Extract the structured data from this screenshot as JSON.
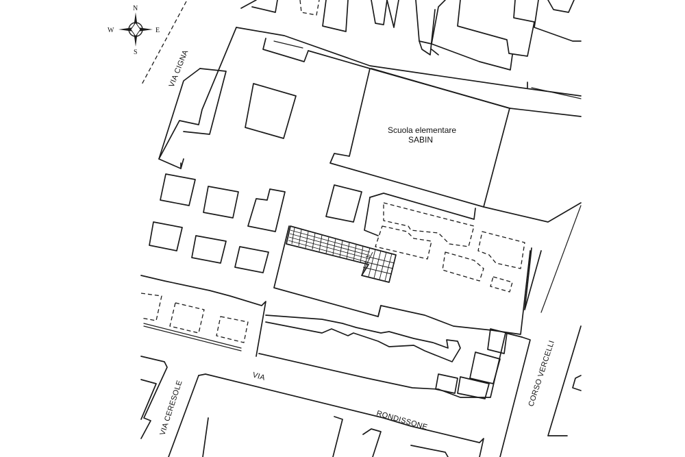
{
  "compass": {
    "north": "N",
    "south": "S",
    "east": "E",
    "west": "W"
  },
  "streets": {
    "via_cigna": "VIA CIGNA",
    "via_ceresole": "VIA CERESOLE",
    "via": "VIA",
    "rondissone": "RONDISSONE",
    "corso_vercelli": "CORSO VERCELLI"
  },
  "school": {
    "line1": "Scuola elementare",
    "line2": "SABIN"
  },
  "colors": {
    "ink": "#1a1a1a",
    "background": "#ffffff"
  }
}
